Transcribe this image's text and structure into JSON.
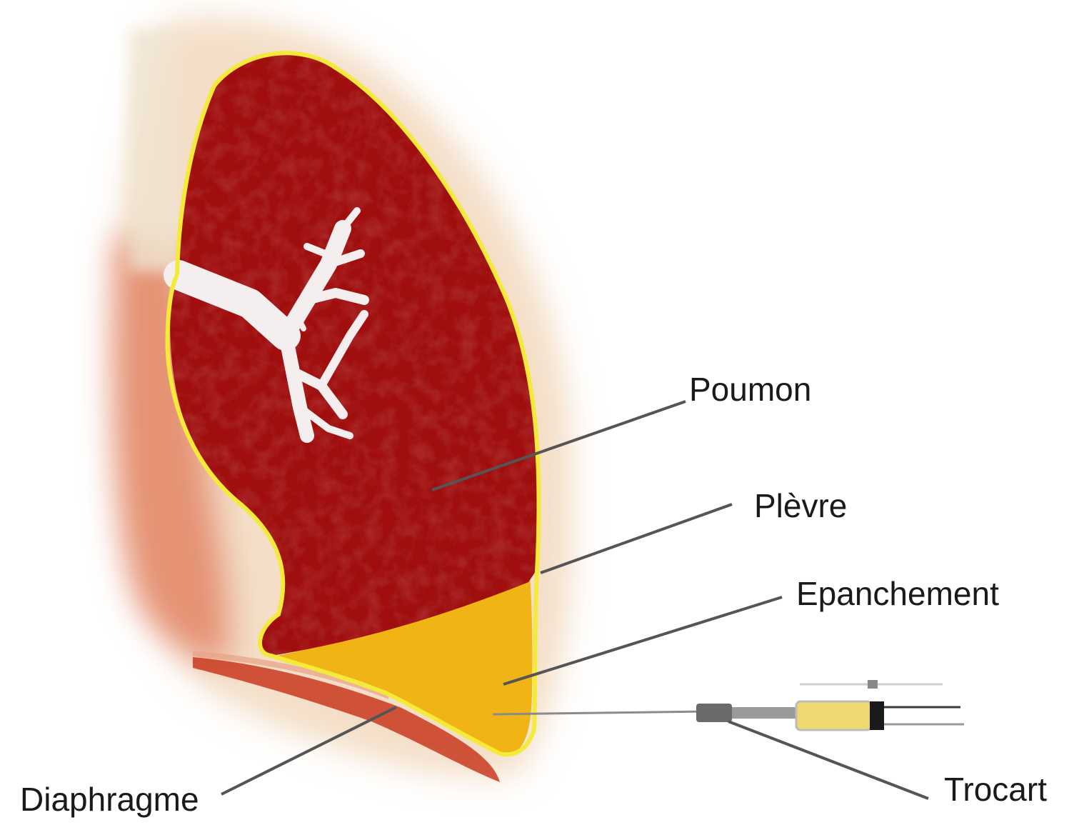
{
  "labels": {
    "poumon": "Poumon",
    "plevre": "Plèvre",
    "epanchement": "Epanchement",
    "trocart": "Trocart",
    "diaphragme": "Diaphragme"
  },
  "colors": {
    "lung": "#a00e0e",
    "lung_texture": "#6a0808",
    "pleura_line": "#f5ea3a",
    "effusion": "#f0b515",
    "diaphragm": "#c83a1e",
    "chest_wall": "#f3dcc4",
    "bronchi": "#f4eeee",
    "leader_lines": "#555555"
  }
}
